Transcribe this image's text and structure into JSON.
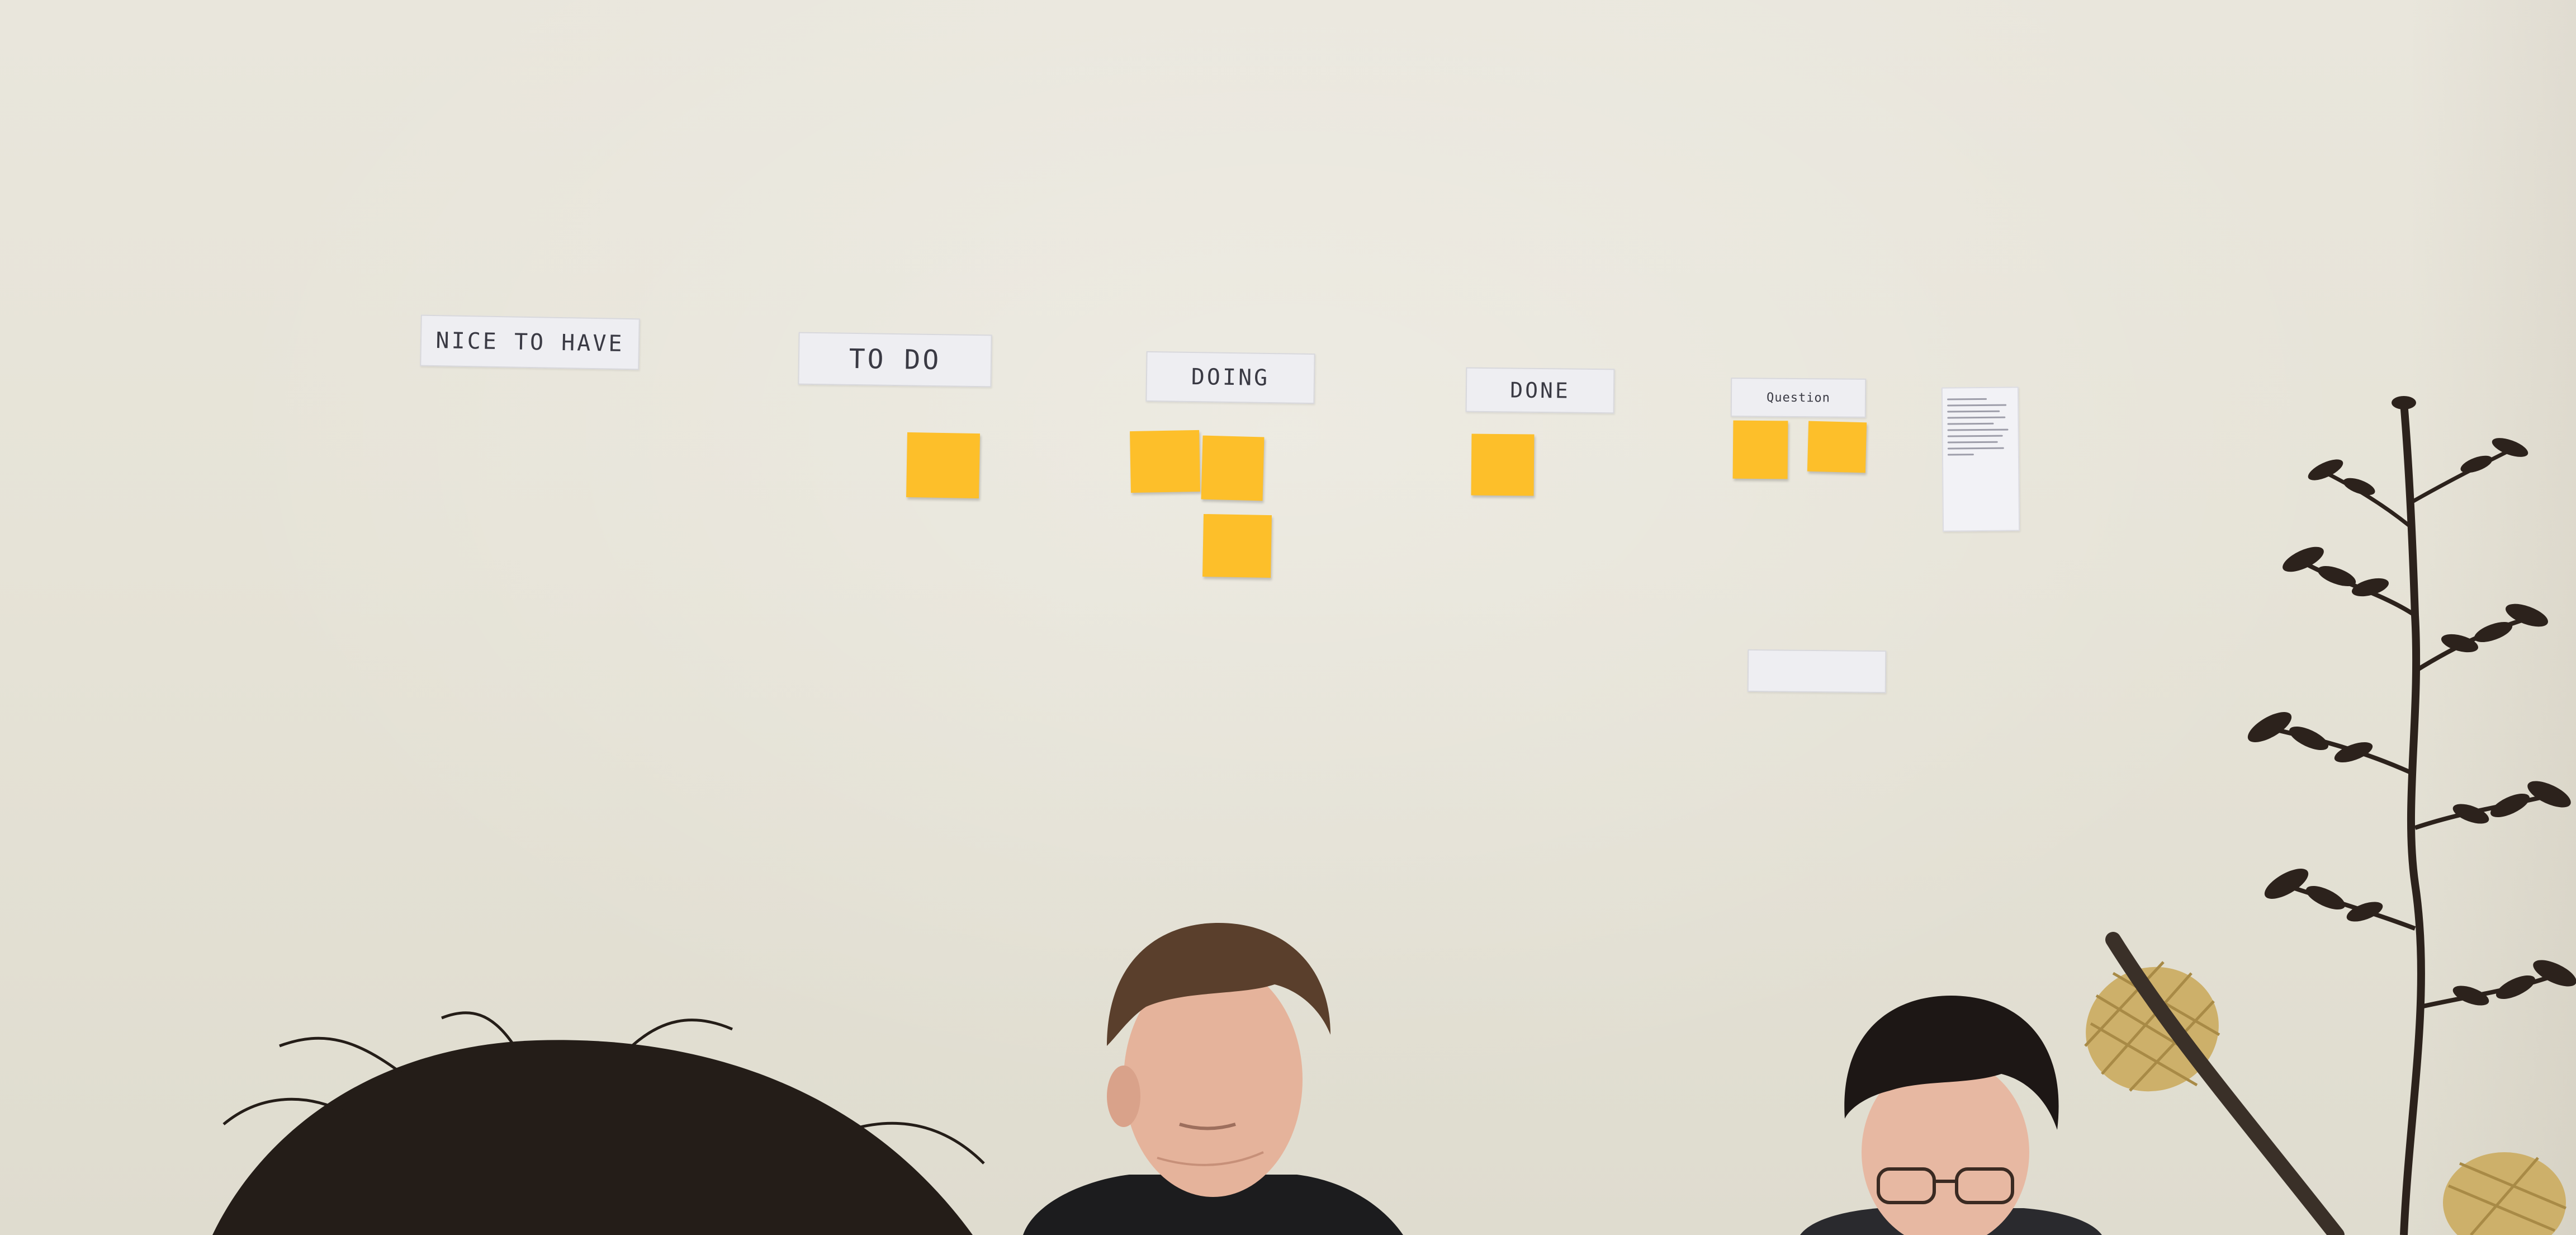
{
  "board": {
    "columns": [
      {
        "label": "NICE TO HAVE"
      },
      {
        "label": "TO DO"
      },
      {
        "label": "DOING"
      },
      {
        "label": "DONE"
      },
      {
        "label": "Question"
      }
    ],
    "extra_label": "",
    "notes": {
      "todo_1": "",
      "doing_1": "",
      "doing_2": "",
      "doing_3": "",
      "done_1": "",
      "question_1": "",
      "question_2": ""
    }
  },
  "colors": {
    "wall": "#e7e4d8",
    "sticky": "#fdbf2a",
    "label_paper": "#eeeef2",
    "hair_dark": "#241d18",
    "skin": "#e5b39b",
    "plant": "#2c221c"
  }
}
